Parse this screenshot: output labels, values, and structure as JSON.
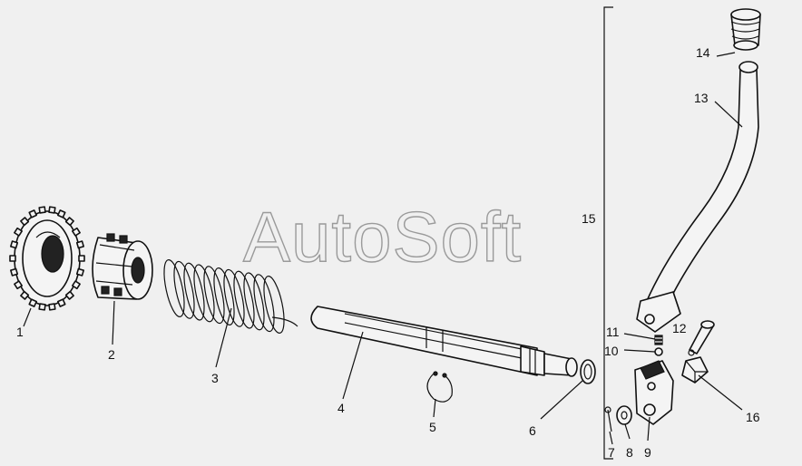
{
  "watermark": {
    "text": "AutoSoft"
  },
  "callouts": {
    "c1": "1",
    "c2": "2",
    "c3": "3",
    "c4": "4",
    "c5": "5",
    "c6": "6",
    "c7": "7",
    "c8": "8",
    "c9": "9",
    "c10": "10",
    "c11": "11",
    "c12": "12",
    "c13": "13",
    "c14": "14",
    "c15": "15",
    "c16": "16"
  }
}
